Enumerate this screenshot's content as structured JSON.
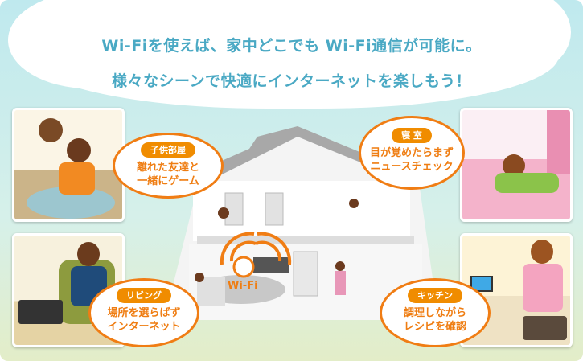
{
  "headline": {
    "line1": "Wi-Fiを使えば、家中どこでも Wi-Fi通信が可能に。",
    "line2": "様々なシーンで快適にインターネットを楽しもう！"
  },
  "wifi": {
    "label": "Wi-Fi"
  },
  "bubbles": [
    {
      "tag": "子供部屋",
      "line1": "離れた友達と",
      "line2": "一緒にゲーム"
    },
    {
      "tag": "寝 室",
      "line1": "目が覚めたらまず",
      "line2": "ニュースチェック"
    },
    {
      "tag": "リビング",
      "line1": "場所を選らばず",
      "line2": "インターネット"
    },
    {
      "tag": "キッチン",
      "line1": "調理しながら",
      "line2": "レシピを確認"
    }
  ],
  "colors": {
    "accent": "#f07d14",
    "headline": "#4aa9c4",
    "frame": "#bfe9ee"
  }
}
